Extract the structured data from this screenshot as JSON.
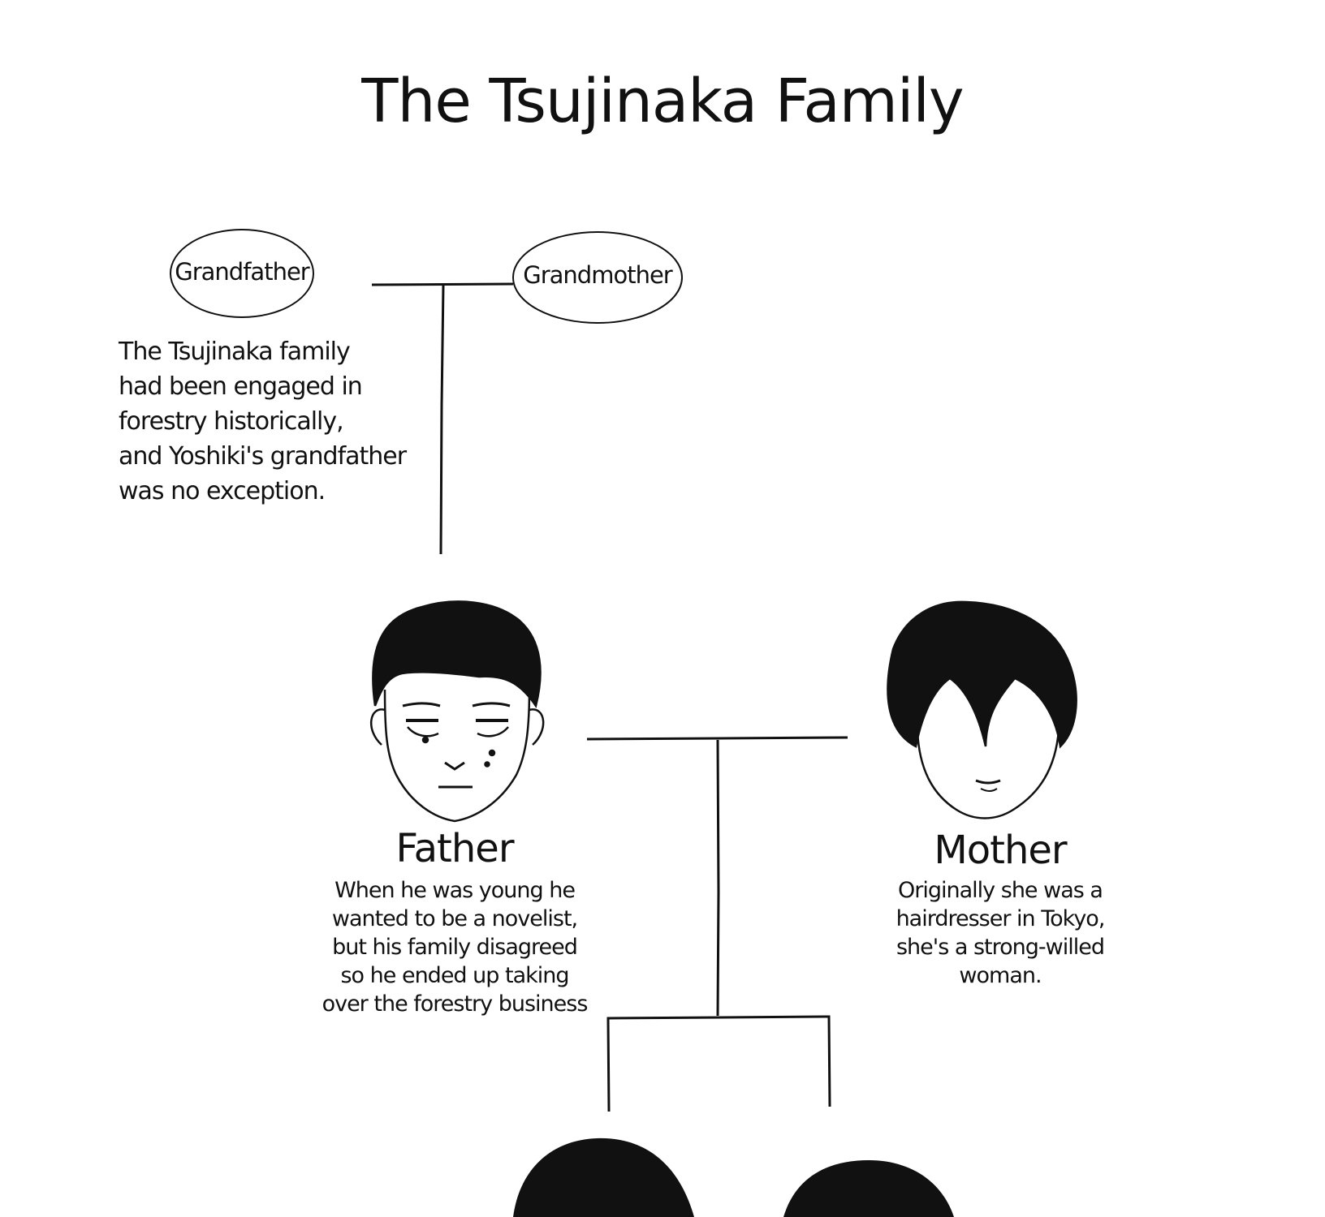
{
  "title": "The Tsujinaka Family",
  "grandparents": {
    "grandfather_label": "Grandfather",
    "grandmother_label": "Grandmother",
    "note": [
      "The Tsujinaka family",
      "had been engaged in",
      "forestry historically,",
      "and Yoshiki's grandfather",
      "was no exception."
    ]
  },
  "father": {
    "name": "Father",
    "description": [
      "When he was young he",
      "wanted to be a novelist,",
      "but his family disagreed",
      "so he ended up taking",
      "over the forestry business"
    ]
  },
  "mother": {
    "name": "Mother",
    "description": [
      "Originally she was a",
      "hairdresser in Tokyo,",
      "she's a strong-willed",
      "woman."
    ]
  },
  "colors": {
    "ink": "#111111",
    "background": "#ffffff"
  }
}
